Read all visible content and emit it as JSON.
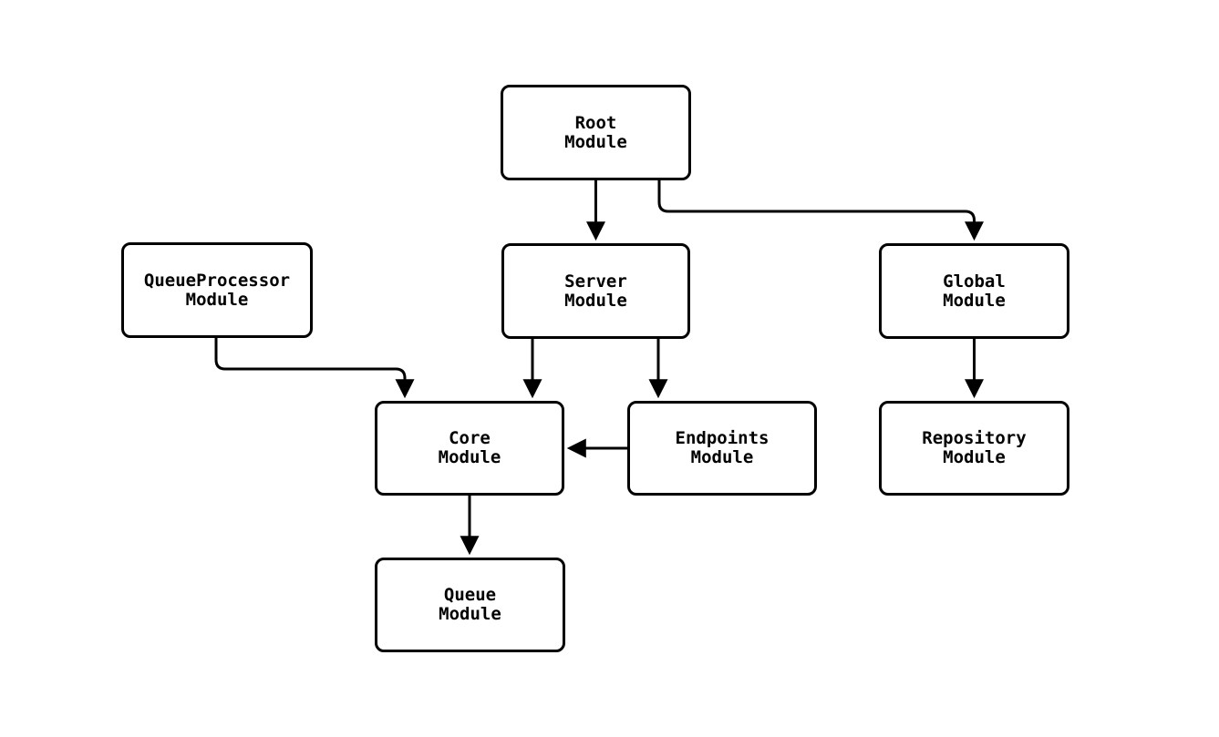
{
  "diagram": {
    "type": "module-dependency-graph",
    "colors": {
      "background": "#ffffff",
      "node_fill": "#ffffff",
      "node_border": "#000000",
      "edge_stroke": "#000000",
      "text": "#000000"
    },
    "nodes": [
      {
        "id": "root",
        "label": "Root\nModule"
      },
      {
        "id": "queueprocessor",
        "label": "QueueProcessor\nModule"
      },
      {
        "id": "server",
        "label": "Server\nModule"
      },
      {
        "id": "global",
        "label": "Global\nModule"
      },
      {
        "id": "core",
        "label": "Core\nModule"
      },
      {
        "id": "endpoints",
        "label": "Endpoints\nModule"
      },
      {
        "id": "repository",
        "label": "Repository\nModule"
      },
      {
        "id": "queue",
        "label": "Queue\nModule"
      }
    ],
    "edges": [
      {
        "from": "Root Module",
        "to": "Server Module"
      },
      {
        "from": "Root Module",
        "to": "Global Module"
      },
      {
        "from": "QueueProcessor Module",
        "to": "Core Module"
      },
      {
        "from": "Server Module",
        "to": "Core Module"
      },
      {
        "from": "Server Module",
        "to": "Endpoints Module"
      },
      {
        "from": "Endpoints Module",
        "to": "Core Module"
      },
      {
        "from": "Global Module",
        "to": "Repository Module"
      },
      {
        "from": "Core Module",
        "to": "Queue Module"
      }
    ]
  }
}
